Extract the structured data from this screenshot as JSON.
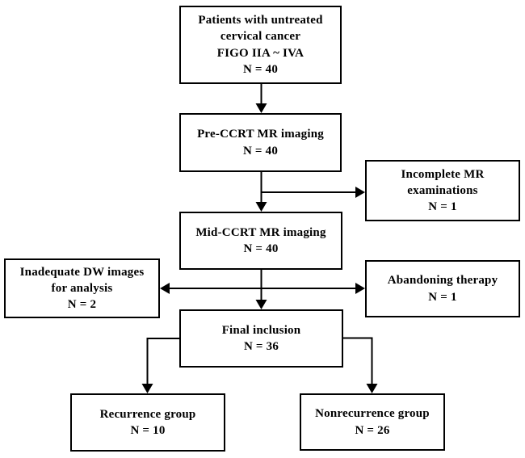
{
  "figure": {
    "type": "flowchart",
    "background_color": "#ffffff",
    "line_color": "#000000",
    "text_color": "#000000",
    "nodes": {
      "patients": {
        "lines": [
          "Patients with untreated",
          "cervical cancer",
          "FIGO IIA ~ IVA",
          "N = 40"
        ]
      },
      "pre_ccrt": {
        "lines": [
          "Pre-CCRT MR imaging",
          "N = 40"
        ]
      },
      "incomplete_mr": {
        "lines": [
          "Incomplete MR",
          "examinations",
          "N = 1"
        ]
      },
      "mid_ccrt": {
        "lines": [
          "Mid-CCRT MR imaging",
          "N = 40"
        ]
      },
      "inadequate_dw": {
        "lines": [
          "Inadequate DW images",
          "for analysis",
          "N = 2"
        ]
      },
      "abandoning_therapy": {
        "lines": [
          "Abandoning therapy",
          "N = 1"
        ]
      },
      "final_inclusion": {
        "lines": [
          "Final inclusion",
          "N = 36"
        ]
      },
      "recurrence": {
        "lines": [
          "Recurrence group",
          "N = 10"
        ]
      },
      "nonrecurrence": {
        "lines": [
          "Nonrecurrence group",
          "N = 26"
        ]
      }
    },
    "edges": [
      "patients -> pre_ccrt",
      "pre_ccrt -> mid_ccrt",
      "pre_ccrt/mid_ccrt branch -> incomplete_mr",
      "mid_ccrt -> final_inclusion",
      "mid_ccrt/final branch -> inadequate_dw",
      "mid_ccrt/final branch -> abandoning_therapy",
      "final_inclusion -> recurrence",
      "final_inclusion -> nonrecurrence"
    ]
  }
}
